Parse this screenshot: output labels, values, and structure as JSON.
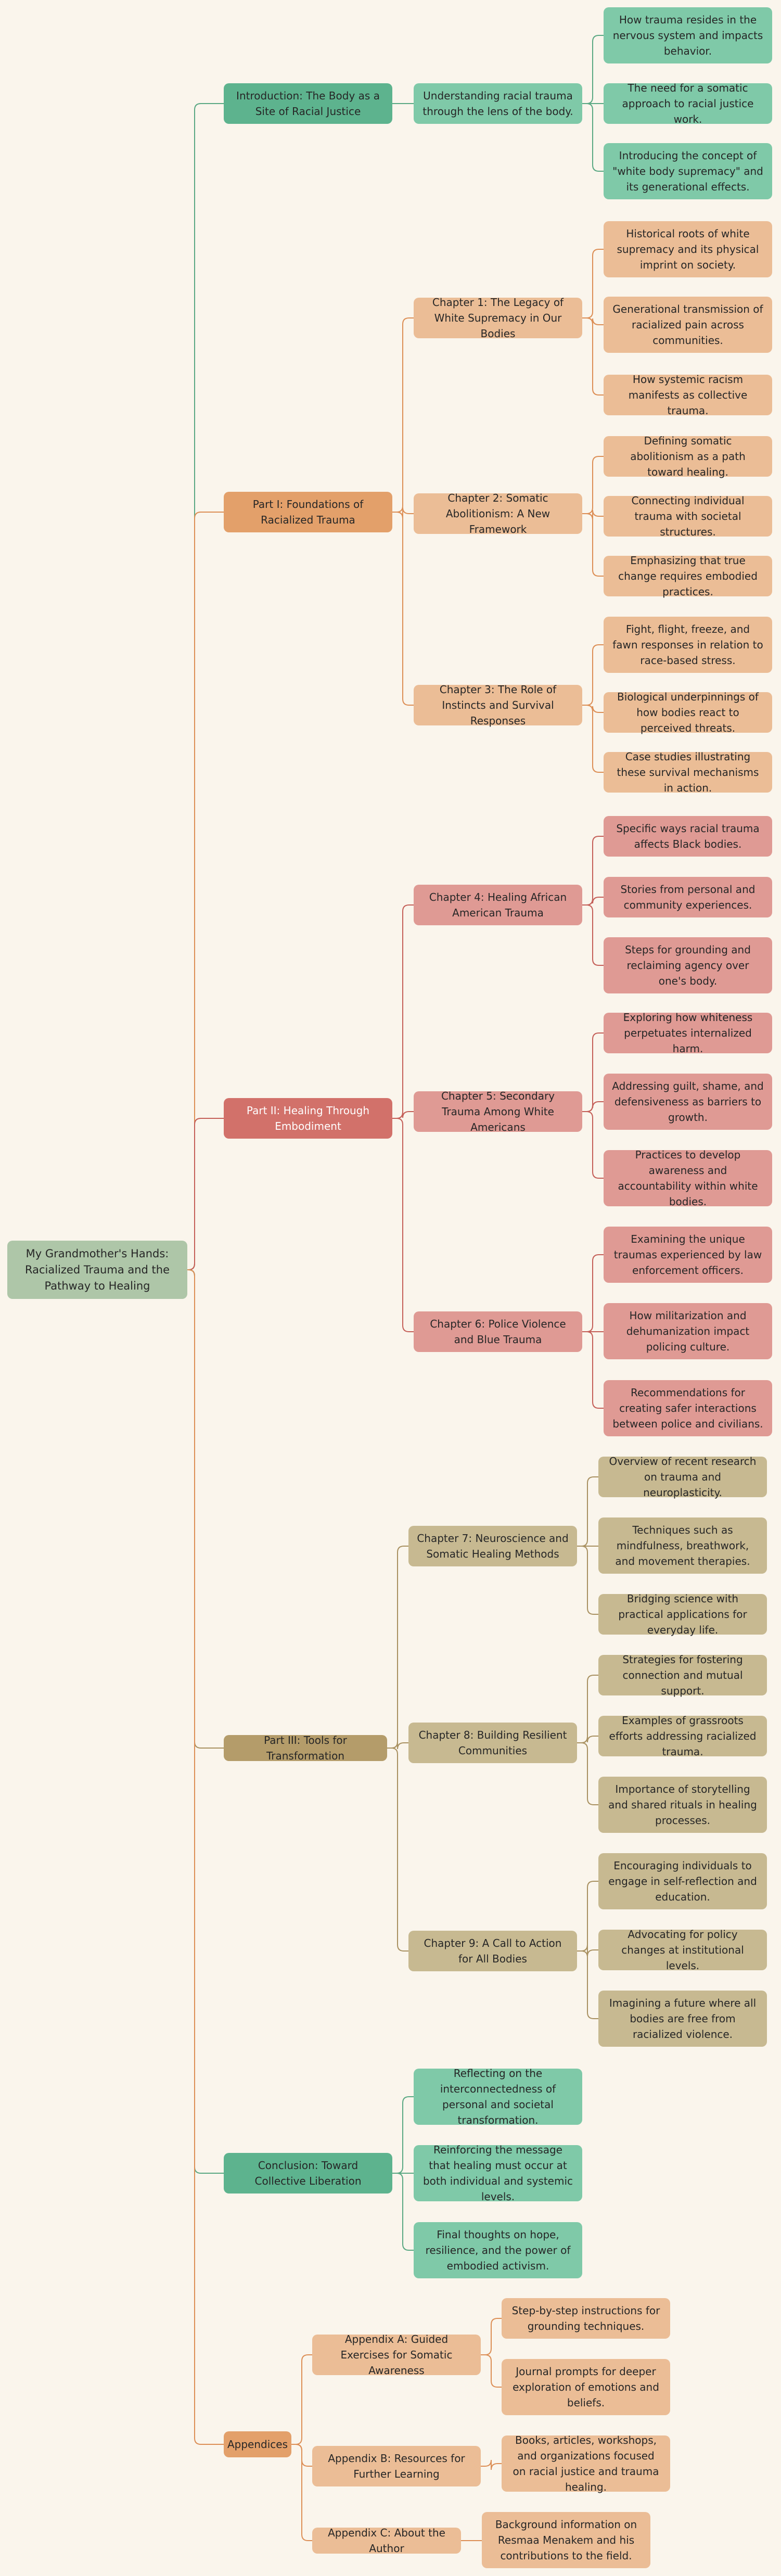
{
  "colors": {
    "root": "#aec6a8",
    "green_dark": "#5db38e",
    "green_light": "#7fc9a8",
    "orange_dark": "#e3a06a",
    "orange_light": "#ebbd96",
    "red_dark": "#d2716a",
    "red_light": "#df9a94",
    "olive_dark": "#b49c6a",
    "olive_light": "#c7b991",
    "line_green": "#5aa883",
    "line_orange": "#dc8e55",
    "line_red": "#c45f58",
    "line_olive": "#a89060"
  },
  "root": {
    "label": "My Grandmother's Hands: Racialized Trauma and the Pathway to Healing",
    "color": "#aec6a8"
  },
  "tree": [
    {
      "label": "Introduction: The Body as a Site of Racial Justice",
      "color": "#5db38e",
      "child_color": "#7fc9a8",
      "line": "#5aa883",
      "children": [
        {
          "label": "Understanding racial trauma through the lens of the body.",
          "children": [
            "How trauma resides in the nervous system and impacts behavior.",
            "The need for a somatic approach to racial justice work.",
            "Introducing the concept of \"white body supremacy\" and its generational effects."
          ]
        }
      ]
    },
    {
      "label": "Part I: Foundations of Racialized Trauma",
      "color": "#e3a06a",
      "child_color": "#ebbd96",
      "line": "#dc8e55",
      "children": [
        {
          "label": "Chapter 1: The Legacy of White Supremacy in Our Bodies",
          "children": [
            "Historical roots of white supremacy and its physical imprint on society.",
            "Generational transmission of racialized pain across communities.",
            "How systemic racism manifests as collective trauma."
          ]
        },
        {
          "label": "Chapter 2: Somatic Abolitionism: A New Framework",
          "children": [
            "Defining somatic abolitionism as a path toward healing.",
            "Connecting individual trauma with societal structures.",
            "Emphasizing that true change requires embodied practices."
          ]
        },
        {
          "label": "Chapter 3: The Role of Instincts and Survival Responses",
          "children": [
            "Fight, flight, freeze, and fawn responses in relation to race-based stress.",
            "Biological underpinnings of how bodies react to perceived threats.",
            "Case studies illustrating these survival mechanisms in action."
          ]
        }
      ]
    },
    {
      "label": "Part II: Healing Through Embodiment",
      "color": "#d2716a",
      "child_color": "#df9a94",
      "line": "#c45f58",
      "light_text": true,
      "children": [
        {
          "label": "Chapter 4: Healing African American Trauma",
          "children": [
            "Specific ways racial trauma affects Black bodies.",
            "Stories from personal and community experiences.",
            "Steps for grounding and reclaiming agency over one's body."
          ]
        },
        {
          "label": "Chapter 5: Secondary Trauma Among White Americans",
          "children": [
            "Exploring how whiteness perpetuates internalized harm.",
            "Addressing guilt, shame, and defensiveness as barriers to growth.",
            "Practices to develop awareness and accountability within white bodies."
          ]
        },
        {
          "label": "Chapter 6: Police Violence and Blue Trauma",
          "children": [
            "Examining the unique traumas experienced by law enforcement officers.",
            "How militarization and dehumanization impact policing culture.",
            "Recommendations for creating safer interactions between police and civilians."
          ]
        }
      ]
    },
    {
      "label": "Part III: Tools for Transformation",
      "color": "#b49c6a",
      "child_color": "#c7b991",
      "line": "#a89060",
      "children": [
        {
          "label": "Chapter 7: Neuroscience and Somatic Healing Methods",
          "children": [
            "Overview of recent research on trauma and neuroplasticity.",
            "Techniques such as mindfulness, breathwork, and movement therapies.",
            "Bridging science with practical applications for everyday life."
          ]
        },
        {
          "label": "Chapter 8: Building Resilient Communities",
          "children": [
            "Strategies for fostering connection and mutual support.",
            "Examples of grassroots efforts addressing racialized trauma.",
            "Importance of storytelling and shared rituals in healing processes."
          ]
        },
        {
          "label": "Chapter 9: A Call to Action for All Bodies",
          "children": [
            "Encouraging individuals to engage in self-reflection and education.",
            "Advocating for policy changes at institutional levels.",
            "Imagining a future where all bodies are free from racialized violence."
          ]
        }
      ]
    },
    {
      "label": "Conclusion: Toward Collective Liberation",
      "color": "#5db38e",
      "child_color": "#7fc9a8",
      "line": "#5aa883",
      "children": [
        "Reflecting on the interconnectedness of personal and societal transformation.",
        "Reinforcing the message that healing must occur at both individual and systemic levels.",
        "Final thoughts on hope, resilience, and the power of embodied activism."
      ]
    },
    {
      "label": "Appendices",
      "color": "#e3a06a",
      "child_color": "#ebbd96",
      "line": "#dc8e55",
      "children": [
        {
          "label": "Appendix A: Guided Exercises for Somatic Awareness",
          "children": [
            "Step-by-step instructions for grounding techniques.",
            "Journal prompts for deeper exploration of emotions and beliefs."
          ]
        },
        {
          "label": "Appendix B: Resources for Further Learning",
          "children": [
            "Books, articles, workshops, and organizations focused on racial justice and trauma healing."
          ]
        },
        {
          "label": "Appendix C: About the Author",
          "children": [
            "Background information on Resmaa Menakem and his contributions to the field."
          ]
        }
      ]
    }
  ]
}
